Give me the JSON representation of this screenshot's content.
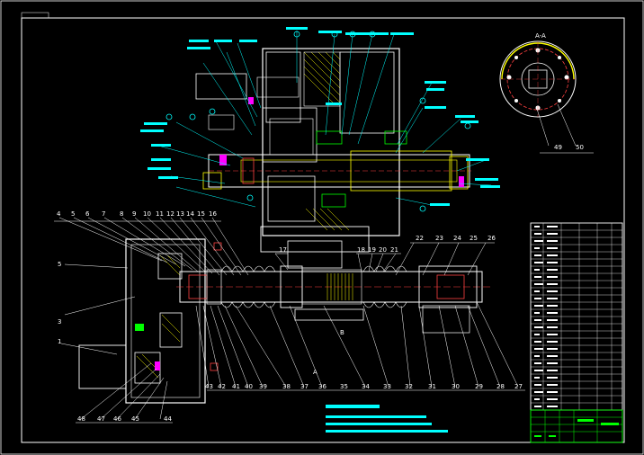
{
  "drawing": {
    "section_mark": "A-A",
    "callouts_left": [
      "4",
      "5",
      "6",
      "7",
      "8",
      "9",
      "10",
      "11",
      "12",
      "13",
      "14",
      "15",
      "16"
    ],
    "callouts_right": [
      "17",
      "18",
      "19",
      "20",
      "21",
      "22",
      "23",
      "24",
      "25",
      "26"
    ],
    "callouts_side_left": [
      "5",
      "3",
      "1"
    ],
    "callouts_bottom": [
      "43",
      "42",
      "41",
      "40",
      "39",
      "38",
      "37",
      "36",
      "35",
      "34",
      "33",
      "32",
      "31",
      "30",
      "29",
      "28",
      "27"
    ],
    "callouts_bottom_left": [
      "48",
      "47",
      "46",
      "45",
      "44"
    ],
    "callouts_detail": [
      "49",
      "50"
    ],
    "annotation_a": "A",
    "annotation_b": "B"
  },
  "colors": {
    "background": "#000000",
    "outline": "#ffffff",
    "accent": "#00ffff",
    "hatch": "#ffff00",
    "parts": "#ff4040",
    "highlight": "#ff00ff",
    "title_block": "#00ff00"
  }
}
